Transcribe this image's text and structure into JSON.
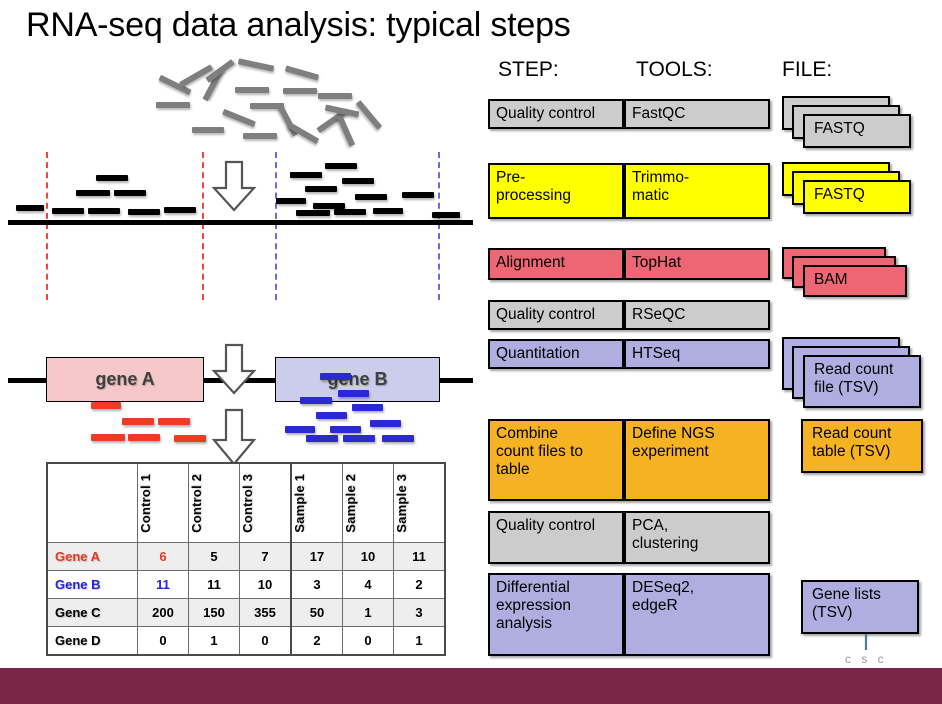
{
  "title": "RNA-seq data analysis: typical steps",
  "columns": {
    "step": "STEP:",
    "tools": "TOOLS:",
    "file": "FILE:"
  },
  "gene_diagram": {
    "gene_a_label": "gene A",
    "gene_b_label": "gene B"
  },
  "pipeline": [
    {
      "step": "Quality control",
      "tool": "FastQC",
      "color": "#cccccc"
    },
    {
      "step": "Pre-\nprocessing",
      "tool": "Trimmo-\nmatic",
      "color": "#ffff00"
    },
    {
      "step": "Alignment",
      "tool": "TopHat",
      "color": "#ee6673"
    },
    {
      "step": "Quality control",
      "tool": "RSeQC",
      "color": "#cccccc"
    },
    {
      "step": "Quantitation",
      "tool": "HTSeq",
      "color": "#b0aee0"
    },
    {
      "step": "Combine\ncount files to\ntable",
      "tool": "Define NGS\nexperiment",
      "color": "#f5b324"
    },
    {
      "step": "Quality control",
      "tool": "PCA,\nclustering",
      "color": "#cccccc"
    },
    {
      "step": "Differential\nexpression\nanalysis",
      "tool": "DESeq2,\nedgeR",
      "color": "#b0aee0"
    }
  ],
  "files": [
    {
      "label": "FASTQ",
      "color": "#cccccc",
      "stacked": true
    },
    {
      "label": "FASTQ",
      "color": "#ffff00",
      "stacked": true
    },
    {
      "label": "BAM",
      "color": "#ee6673",
      "stacked": true
    },
    {
      "label": "Read count\nfile (TSV)",
      "color": "#b0aee0",
      "stacked": true
    },
    {
      "label": "Read count\ntable (TSV)",
      "color": "#f5b324",
      "stacked": false
    },
    {
      "label": "Gene lists\n(TSV)",
      "color": "#b0aee0",
      "stacked": false
    }
  ],
  "logo": {
    "text": "c s c"
  },
  "chart_data": {
    "type": "table",
    "title": "Read count table",
    "categories": [
      "Control 1",
      "Control 2",
      "Control 3",
      "Sample 1",
      "Sample 2",
      "Sample 3"
    ],
    "row_labels": [
      "Gene A",
      "Gene B",
      "Gene C",
      "Gene D"
    ],
    "row_label_colors": [
      "#e8381f",
      "#2222e0",
      "#000000",
      "#000000"
    ],
    "series": [
      {
        "name": "Gene A",
        "values": [
          6,
          5,
          7,
          17,
          10,
          11
        ]
      },
      {
        "name": "Gene B",
        "values": [
          11,
          11,
          10,
          3,
          4,
          2
        ]
      },
      {
        "name": "Gene C",
        "values": [
          200,
          150,
          355,
          50,
          1,
          3
        ]
      },
      {
        "name": "Gene D",
        "values": [
          0,
          1,
          0,
          2,
          0,
          1
        ]
      }
    ],
    "highlight_cells": [
      {
        "row": "Gene A",
        "column": "Control 1",
        "value": 6,
        "color": "#e8381f"
      },
      {
        "row": "Gene B",
        "column": "Control 1",
        "value": 11,
        "color": "#2222e0"
      }
    ]
  },
  "colors": {
    "banner": "#7a2747",
    "grey": "#cccccc",
    "yellow": "#ffff00",
    "red": "#ee6673",
    "purple": "#b0aee0",
    "orange": "#f5b324",
    "gene_a_fill": "#f5c9c9",
    "gene_b_fill": "#ccccec",
    "read_red": "#ee3b24",
    "read_blue": "#2a2ad0"
  }
}
